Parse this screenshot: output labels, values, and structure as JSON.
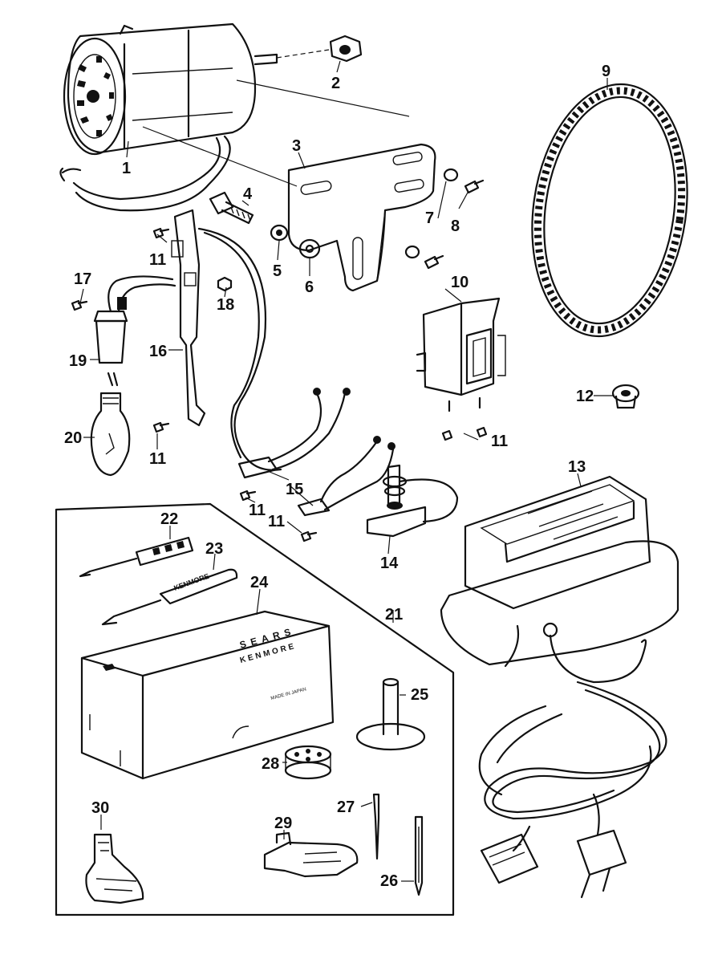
{
  "labels": {
    "p1": "1",
    "p2": "2",
    "p3": "3",
    "p4": "4",
    "p5": "5",
    "p6": "6",
    "p7": "7",
    "p8": "8",
    "p9": "9",
    "p10": "10",
    "p11a": "11",
    "p11b": "11",
    "p11c": "11",
    "p11d": "11",
    "p11e": "11",
    "p12": "12",
    "p13": "13",
    "p14": "14",
    "p15": "15",
    "p16": "16",
    "p17": "17",
    "p18": "18",
    "p19": "19",
    "p20": "20",
    "p21": "21",
    "p22": "22",
    "p23": "23",
    "p24": "24",
    "p25": "25",
    "p26": "26",
    "p27": "27",
    "p28": "28",
    "p29": "29",
    "p30": "30"
  },
  "printed": {
    "screwdriver_brand": "KENMORE",
    "box_brand_top": "SEARS",
    "box_brand_bottom": "KENMORE",
    "box_small": "MADE IN JAPAN"
  }
}
